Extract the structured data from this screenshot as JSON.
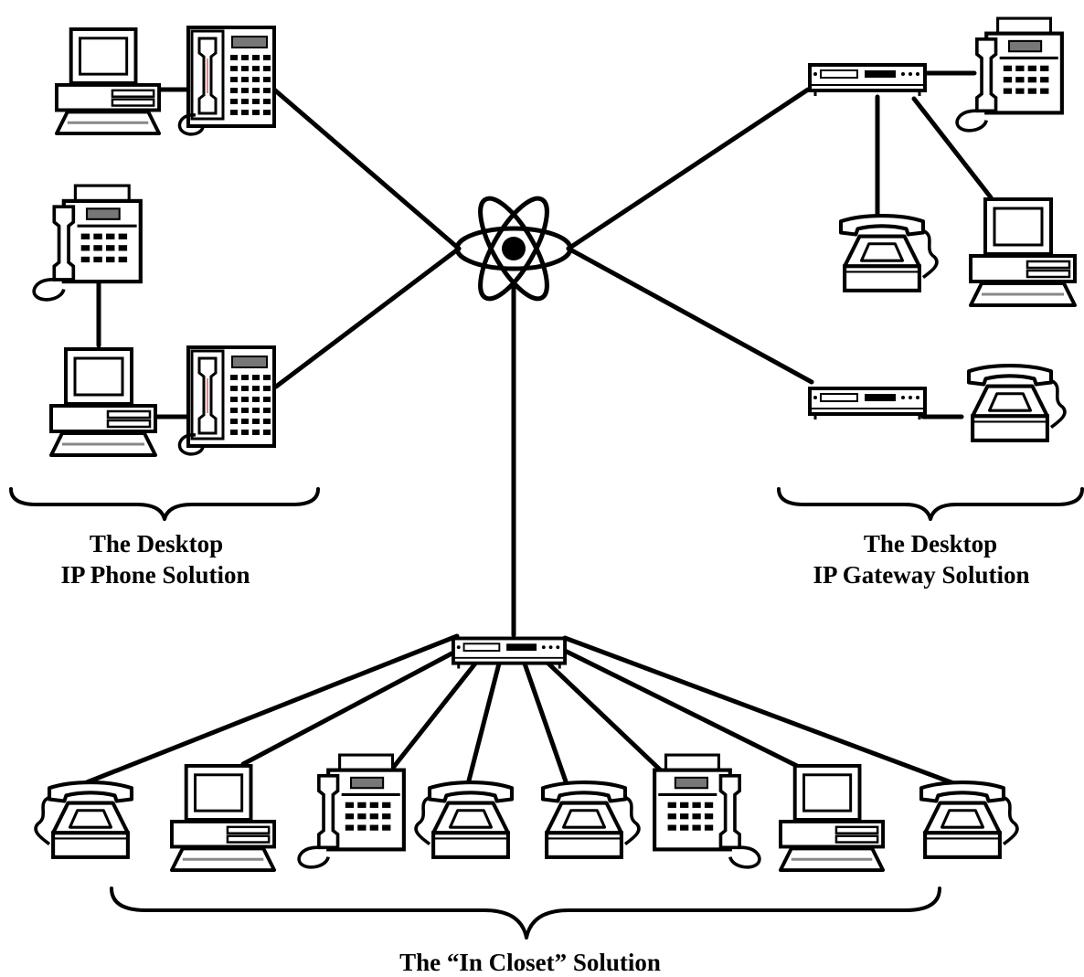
{
  "colors": {
    "ink": "#000000",
    "background": "#ffffff",
    "screen_fill": "#ffffff",
    "display_fill": "#777777"
  },
  "hub": {
    "icon": "atom-icon"
  },
  "groups": {
    "desktop_ip_phone": {
      "caption_line1": "The Desktop",
      "caption_line2": "IP Phone Solution",
      "devices": [
        "computer-icon",
        "ip-phone-icon",
        "fax-phone-icon",
        "computer-icon",
        "ip-phone-icon"
      ]
    },
    "desktop_ip_gateway": {
      "caption_line1": "The Desktop",
      "caption_line2": "IP Gateway Solution",
      "devices": [
        "gateway-box-icon",
        "fax-phone-icon",
        "telephone-icon",
        "computer-icon",
        "gateway-box-icon",
        "telephone-icon"
      ]
    },
    "in_closet": {
      "caption": "The “In Closet” Solution",
      "devices": [
        "gateway-box-icon",
        "telephone-icon",
        "computer-icon",
        "fax-phone-icon",
        "telephone-icon",
        "telephone-icon",
        "fax-phone-icon",
        "computer-icon",
        "telephone-icon"
      ]
    }
  }
}
